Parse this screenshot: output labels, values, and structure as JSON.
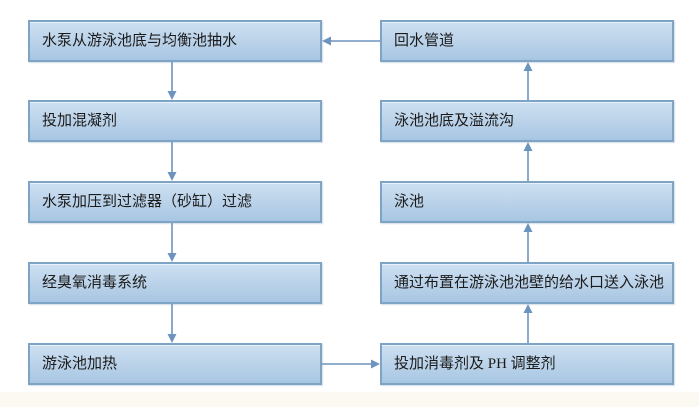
{
  "diagram": {
    "type": "flowchart",
    "description": "Swimming pool water circulation and treatment cycle",
    "background": "#ffffff",
    "colors": {
      "box_fill_top": "#cde0f2",
      "box_fill_bottom": "#a8c6e3",
      "box_border": "#7da3c5",
      "arrow": "#6d94bf",
      "text": "#1b1b1b"
    },
    "nodes": [
      {
        "id": "pump-intake",
        "label": "水泵从游泳池底与均衡池抽水"
      },
      {
        "id": "add-coagulant",
        "label": "投加混凝剂"
      },
      {
        "id": "filter",
        "label": "水泵加压到过滤器（砂缸）过滤"
      },
      {
        "id": "ozone-disinfection",
        "label": "经臭氧消毒系统"
      },
      {
        "id": "pool-heating",
        "label": "游泳池加热"
      },
      {
        "id": "return-pipe",
        "label": "回水管道"
      },
      {
        "id": "pool-bottom-overflow",
        "label": "泳池池底及溢流沟"
      },
      {
        "id": "pool",
        "label": "泳池"
      },
      {
        "id": "wall-inlet",
        "label": "通过布置在游泳池池壁的给水口送入泳池"
      },
      {
        "id": "add-disinfectant-ph",
        "label": "投加消毒剂及 PH 调整剂"
      }
    ],
    "edges": [
      {
        "from": "pump-intake",
        "to": "add-coagulant",
        "direction": "down"
      },
      {
        "from": "add-coagulant",
        "to": "filter",
        "direction": "down"
      },
      {
        "from": "filter",
        "to": "ozone-disinfection",
        "direction": "down"
      },
      {
        "from": "ozone-disinfection",
        "to": "pool-heating",
        "direction": "down"
      },
      {
        "from": "pool-heating",
        "to": "add-disinfectant-ph",
        "direction": "right"
      },
      {
        "from": "add-disinfectant-ph",
        "to": "wall-inlet",
        "direction": "up"
      },
      {
        "from": "wall-inlet",
        "to": "pool",
        "direction": "up"
      },
      {
        "from": "pool",
        "to": "pool-bottom-overflow",
        "direction": "up"
      },
      {
        "from": "pool-bottom-overflow",
        "to": "return-pipe",
        "direction": "up"
      },
      {
        "from": "return-pipe",
        "to": "pump-intake",
        "direction": "left"
      }
    ]
  }
}
